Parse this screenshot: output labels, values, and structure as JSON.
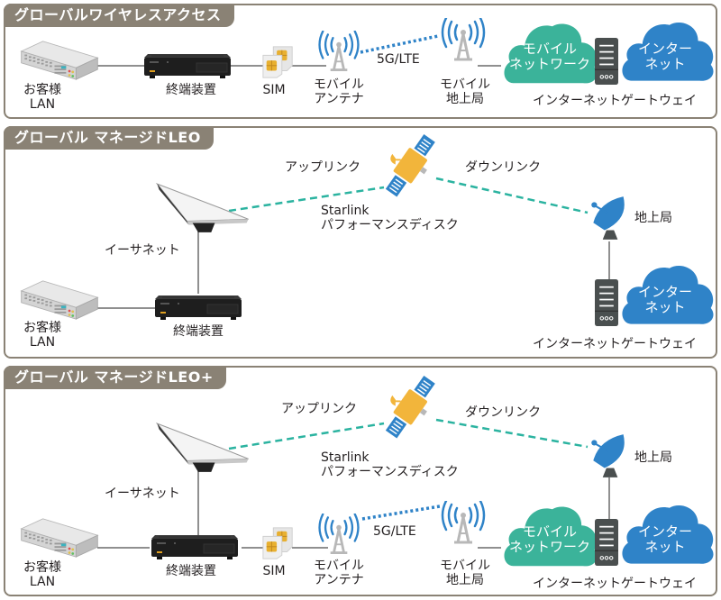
{
  "colors": {
    "panel_border": "#8a8275",
    "tab_bg": "#8a8275",
    "mobile_network_cloud": "#3bb39a",
    "internet_cloud": "#2f83c8",
    "satellite_link": "#2bb3a0",
    "cellular_link": "#2f83c8",
    "satellite_body": "#f2b53b",
    "solar_panel": "#2f83c8",
    "server": "#4a4f4f"
  },
  "panels": [
    {
      "title": "グローバルワイヤレスアクセス",
      "customer_lan": [
        "お客様",
        "LAN"
      ],
      "terminal": "終端装置",
      "sim": "SIM",
      "mobile_antenna": [
        "モバイル",
        "アンテナ"
      ],
      "link_label": "5G/LTE",
      "mobile_ground_station": [
        "モバイル",
        "地上局"
      ],
      "mobile_network": [
        "モバイル",
        "ネットワーク"
      ],
      "internet": [
        "インター",
        "ネット"
      ],
      "gateway": "インターネットゲートウェイ"
    },
    {
      "title": "グローバル マネージドLEO",
      "customer_lan": [
        "お客様",
        "LAN"
      ],
      "terminal": "終端装置",
      "ethernet": "イーサネット",
      "uplink": "アップリンク",
      "downlink": "ダウンリンク",
      "dish": [
        "Starlink",
        "パフォーマンスディスク"
      ],
      "ground_station": "地上局",
      "internet": [
        "インター",
        "ネット"
      ],
      "gateway": "インターネットゲートウェイ"
    },
    {
      "title": "グローバル マネージドLEO+",
      "customer_lan": [
        "お客様",
        "LAN"
      ],
      "terminal": "終端装置",
      "ethernet": "イーサネット",
      "uplink": "アップリンク",
      "downlink": "ダウンリンク",
      "dish": [
        "Starlink",
        "パフォーマンスディスク"
      ],
      "ground_station": "地上局",
      "sim": "SIM",
      "mobile_antenna": [
        "モバイル",
        "アンテナ"
      ],
      "link_label": "5G/LTE",
      "mobile_ground_station": [
        "モバイル",
        "地上局"
      ],
      "mobile_network": [
        "モバイル",
        "ネットワーク"
      ],
      "internet": [
        "インター",
        "ネット"
      ],
      "gateway": "インターネットゲートウェイ"
    }
  ]
}
